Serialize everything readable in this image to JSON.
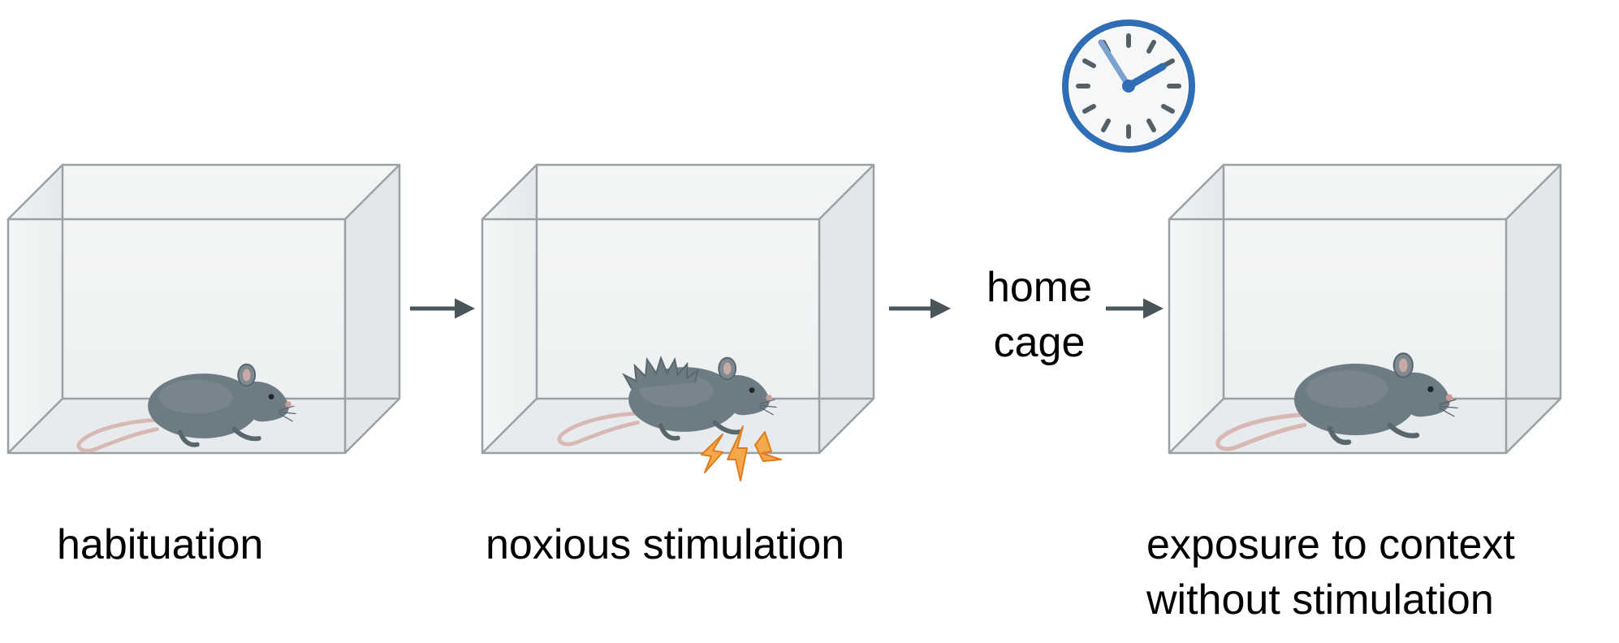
{
  "stages": [
    {
      "label": "habituation",
      "state": "calm rat"
    },
    {
      "label": "noxious stimulation",
      "state": "shocked rat"
    },
    {
      "label": "exposure to context without stimulation",
      "label_lines": [
        "exposure to context",
        "without stimulation"
      ],
      "state": "calm rat"
    }
  ],
  "home_cage": {
    "lines": [
      "home",
      "cage"
    ]
  },
  "icons": [
    "clock-icon",
    "arrow-icon",
    "rat-icon",
    "shock-icon"
  ],
  "colors": {
    "box_edge": "#9aa0a4",
    "box_fill": "#eef1f2",
    "box_floor": "#d9dfe1",
    "rat": "#6b7880",
    "arrow": "#4a545b",
    "clock_blue": "#2f6db5",
    "shock": "#f3a94a"
  }
}
